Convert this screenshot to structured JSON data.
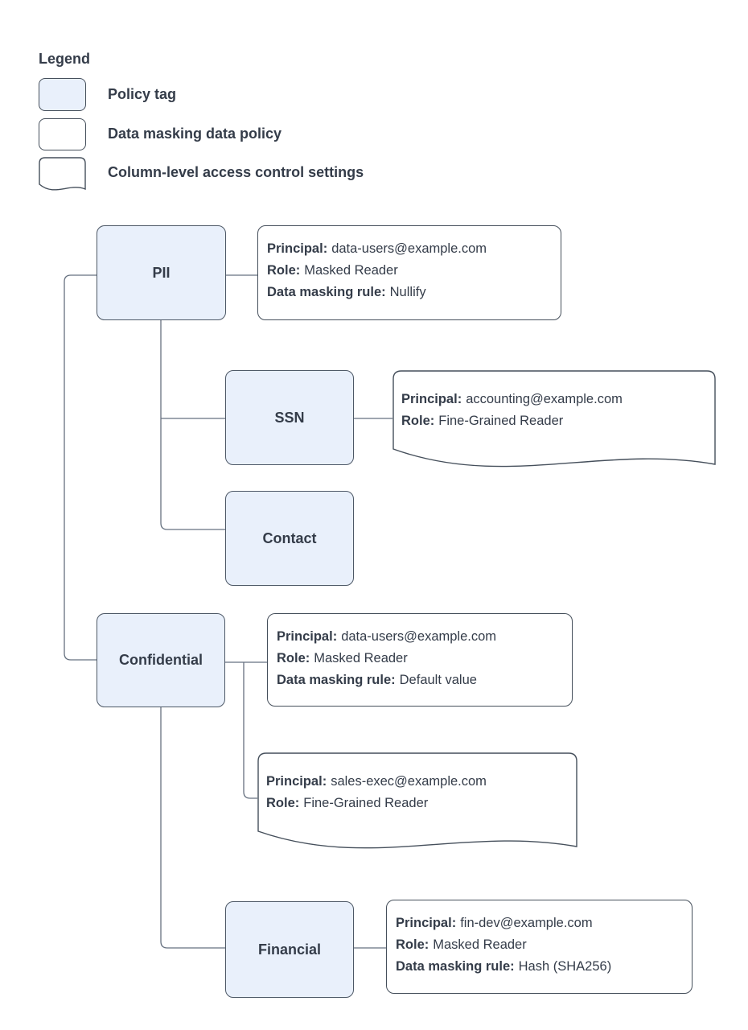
{
  "legend": {
    "title": "Legend",
    "items": [
      {
        "swatch": "policy-tag-swatch",
        "label": "Policy tag"
      },
      {
        "swatch": "data-masking-policy-swatch",
        "label": "Data masking data policy"
      },
      {
        "swatch": "column-acl-swatch",
        "label": "Column-level access control settings"
      }
    ]
  },
  "nodes": {
    "pii": {
      "label": "PII"
    },
    "ssn": {
      "label": "SSN"
    },
    "contact": {
      "label": "Contact"
    },
    "confidential": {
      "label": "Confidential"
    },
    "financial": {
      "label": "Financial"
    }
  },
  "policies": {
    "pii_masking": {
      "principal_label": "Principal:",
      "principal": "data-users@example.com",
      "role_label": "Role:",
      "role": "Masked Reader",
      "rule_label": "Data masking rule:",
      "rule": "Nullify"
    },
    "ssn_acl": {
      "principal_label": "Principal:",
      "principal": "accounting@example.com",
      "role_label": "Role:",
      "role": "Fine-Grained Reader"
    },
    "confidential_masking": {
      "principal_label": "Principal:",
      "principal": "data-users@example.com",
      "role_label": "Role:",
      "role": "Masked Reader",
      "rule_label": "Data masking rule:",
      "rule": "Default value"
    },
    "confidential_acl": {
      "principal_label": "Principal:",
      "principal": "sales-exec@example.com",
      "role_label": "Role:",
      "role": "Fine-Grained Reader"
    },
    "financial_masking": {
      "principal_label": "Principal:",
      "principal": "fin-dev@example.com",
      "role_label": "Role:",
      "role": "Masked Reader",
      "rule_label": "Data masking rule:",
      "rule": "Hash (SHA256)"
    }
  },
  "colors": {
    "node_fill": "#e9f0fb",
    "node_border": "#4d5866",
    "box_border": "#454f5b",
    "text": "#343c49",
    "connector": "#667180",
    "background": "#ffffff"
  }
}
